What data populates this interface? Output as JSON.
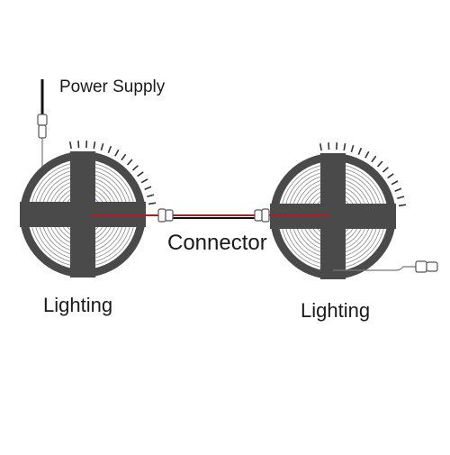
{
  "labels": {
    "power_supply": "Power Supply",
    "connector": "Connector",
    "lighting_left": "Lighting",
    "lighting_right": "Lighting"
  },
  "colors": {
    "reel": "#4a4a4a",
    "coil_line": "#888888",
    "wire_red": "#c0151b",
    "wire_black": "#111111",
    "plug": "#ffffff",
    "outline": "#555555"
  }
}
